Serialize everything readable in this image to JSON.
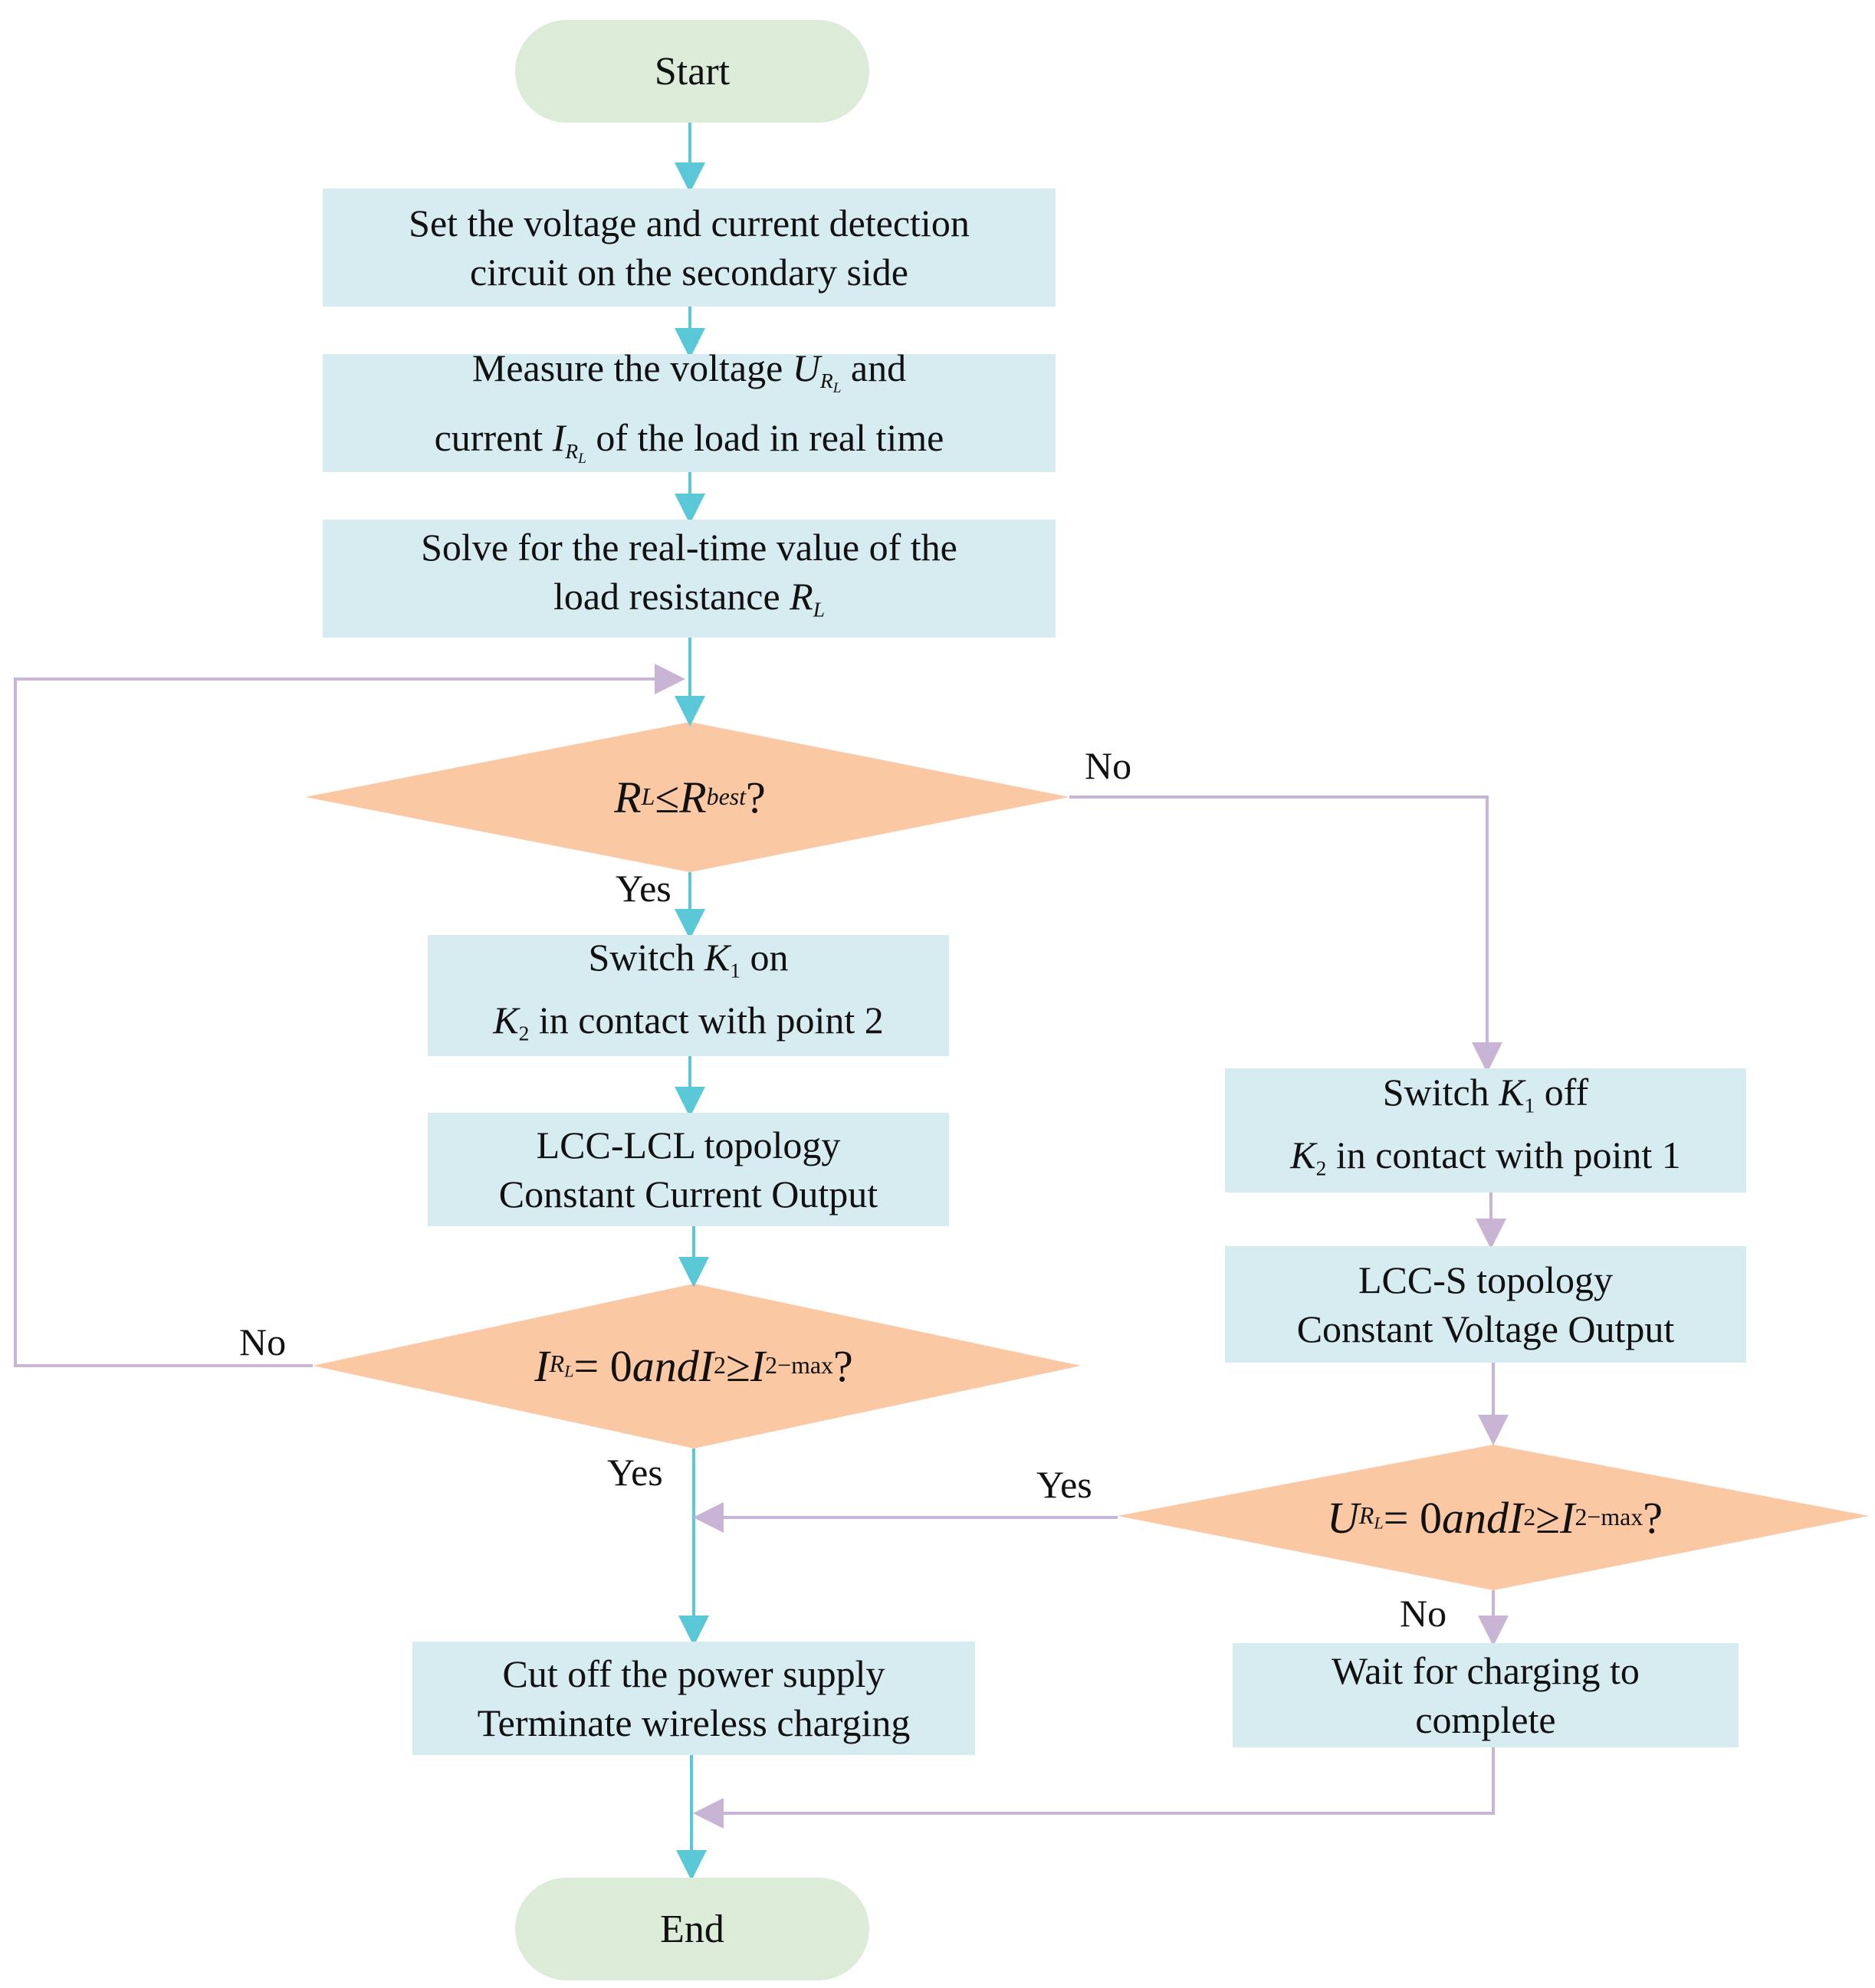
{
  "colors": {
    "process_fill": "#d6ecf1",
    "terminal_fill": "#dcecd8",
    "decision_fill": "#fbc8a4",
    "main_flow": "#5bc8d8",
    "side_flow": "#c8b4d4"
  },
  "start": {
    "label": "Start"
  },
  "end": {
    "label": "End"
  },
  "steps": {
    "set_circuit": {
      "line1": "Set the voltage and current detection",
      "line2": "circuit on the secondary side"
    },
    "measure": {
      "line1_pre": "Measure the voltage ",
      "line1_var": "U",
      "line1_sub": "R",
      "line1_subsub": "L",
      "line1_post": " and",
      "line2_pre": "current ",
      "line2_var": "I",
      "line2_sub": "R",
      "line2_subsub": "L",
      "line2_post": " of the load in real time"
    },
    "solve": {
      "line1": "Solve for the real-time value of the",
      "line2_pre": "load resistance ",
      "line2_var": "R",
      "line2_sub": "L"
    },
    "switch_on": {
      "line1_pre": "Switch ",
      "line1_var": "K",
      "line1_sub": "1",
      "line1_post": " on",
      "line2_var": "K",
      "line2_sub": "2",
      "line2_post": " in contact with point 2"
    },
    "lcc_lcl": {
      "line1": "LCC-LCL topology",
      "line2": "Constant Current Output"
    },
    "switch_off": {
      "line1_pre": "Switch ",
      "line1_var": "K",
      "line1_sub": "1",
      "line1_post": " off",
      "line2_var": "K",
      "line2_sub": "2",
      "line2_post": " in contact with point 1"
    },
    "lcc_s": {
      "line1": "LCC-S topology",
      "line2": "Constant Voltage Output"
    },
    "cut_off": {
      "line1": "Cut off the power supply",
      "line2": "Terminate wireless charging"
    },
    "wait": {
      "line1": "Wait for charging to",
      "line2": "complete"
    }
  },
  "decisions": {
    "d1": {
      "var1": "R",
      "sub1": "L",
      "op": " ≤ ",
      "var2": "R",
      "sub2": "best",
      "q": " ?"
    },
    "d2": {
      "var1": "I",
      "sub1": "R",
      "subsub1": "L",
      "mid1": " = 0 ",
      "and": "and",
      "var2": " I",
      "sub2": "2",
      "op": " ≥ ",
      "var3": "I",
      "sub3": "2−max",
      "q": " ?"
    },
    "d3": {
      "var1": "U",
      "sub1": "R",
      "subsub1": "L",
      "mid1": " = 0 ",
      "and": "and",
      "var2": " I",
      "sub2": "2",
      "op": " ≥ ",
      "var3": "I",
      "sub3": "2−max",
      "q": " ?"
    }
  },
  "edge_labels": {
    "d1_no": "No",
    "d1_yes": "Yes",
    "d2_no": "No",
    "d2_yes": "Yes",
    "d3_yes": "Yes",
    "d3_no": "No"
  }
}
